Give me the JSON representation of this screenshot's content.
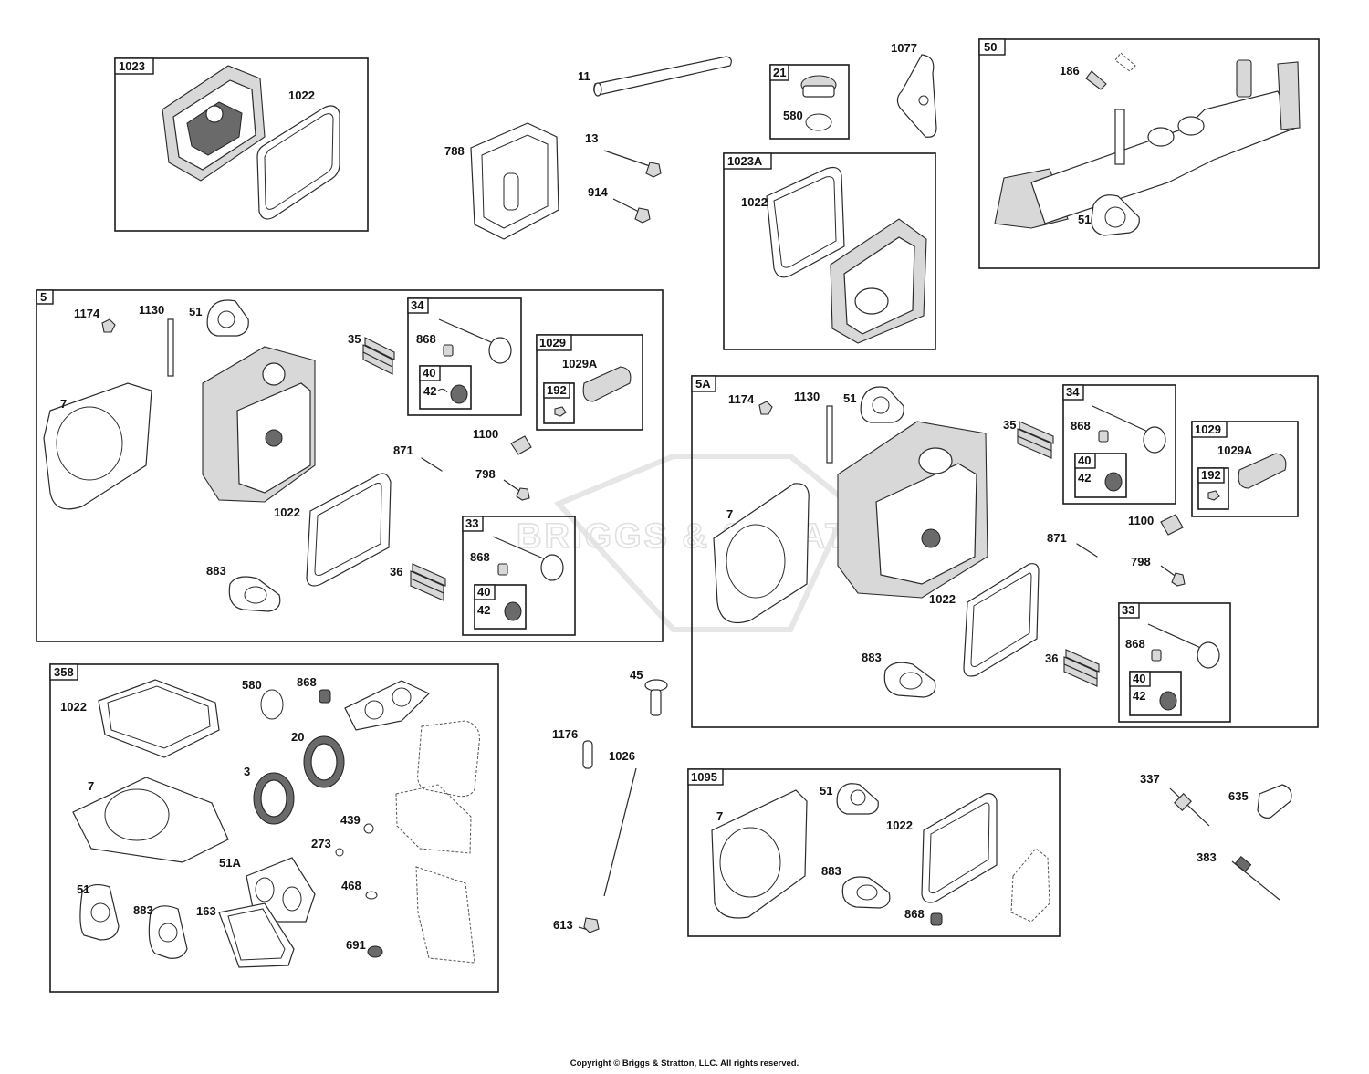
{
  "watermark": {
    "text": "BRIGGS & STRATTON"
  },
  "copyright": "Copyright © Briggs & Stratton, LLC. All rights reserved.",
  "groups": [
    {
      "id": "g1023",
      "tag": "1023"
    },
    {
      "id": "g21",
      "tag": "21"
    },
    {
      "id": "g1023a",
      "tag": "1023A"
    },
    {
      "id": "g50",
      "tag": "50"
    },
    {
      "id": "g5",
      "tag": "5"
    },
    {
      "id": "g5_34",
      "tag": "34"
    },
    {
      "id": "g5_34_40",
      "tag": "40"
    },
    {
      "id": "g5_1029",
      "tag": "1029"
    },
    {
      "id": "g5_1029_192",
      "tag": "192"
    },
    {
      "id": "g5_33",
      "tag": "33"
    },
    {
      "id": "g5_33_40",
      "tag": "40"
    },
    {
      "id": "g5a",
      "tag": "5A"
    },
    {
      "id": "g5a_34",
      "tag": "34"
    },
    {
      "id": "g5a_34_40",
      "tag": "40"
    },
    {
      "id": "g5a_1029",
      "tag": "1029"
    },
    {
      "id": "g5a_1029_192",
      "tag": "192"
    },
    {
      "id": "g5a_33",
      "tag": "33"
    },
    {
      "id": "g5a_33_40",
      "tag": "40"
    },
    {
      "id": "g358",
      "tag": "358"
    },
    {
      "id": "g1095",
      "tag": "1095"
    }
  ],
  "callouts": [
    "1022",
    "11",
    "788",
    "13",
    "914",
    "580",
    "1077",
    "1022",
    "186",
    "51",
    "1174",
    "1130",
    "51",
    "7",
    "35",
    "868",
    "42",
    "1029A",
    "1100",
    "871",
    "798",
    "1022",
    "868",
    "42",
    "883",
    "36",
    "1174",
    "1130",
    "51",
    "7",
    "35",
    "868",
    "42",
    "1029A",
    "1100",
    "871",
    "798",
    "1022",
    "868",
    "42",
    "883",
    "36",
    "1022",
    "580",
    "868",
    "20",
    "3",
    "7",
    "439",
    "273",
    "51A",
    "468",
    "51",
    "883",
    "163",
    "691",
    "45",
    "1176",
    "1026",
    "613",
    "7",
    "51",
    "1022",
    "883",
    "868",
    "337",
    "635",
    "383"
  ]
}
